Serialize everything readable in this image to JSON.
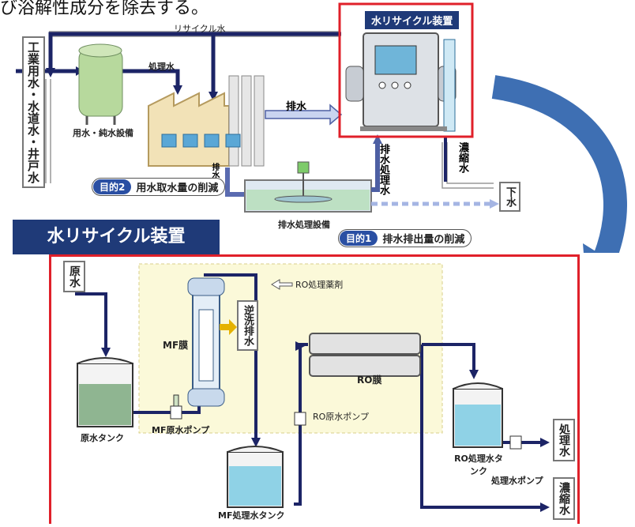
{
  "top_fragment": "び浴解性成分を除去する。",
  "top": {
    "left_source": "工業用水・水道水・井戸水",
    "recycle_label": "リサイクル水",
    "treated_water": "処理水",
    "water_facility": "用水・純水設備",
    "discharge": "排水",
    "discharge_side": "排水",
    "treated_discharge": "排水処理水",
    "concentrated": "濃縮水",
    "sewer": "下水",
    "treatment_facility": "排水処理設備",
    "device_title": "水リサイクル装置",
    "purpose2_tag": "目的2",
    "purpose2_text": "用水取水量の削減",
    "purpose1_tag": "目的1",
    "purpose1_text": "排水排出量の削減"
  },
  "section_title": "水リサイクル装置",
  "bottom": {
    "raw_water": "原水",
    "raw_tank": "原水タンク",
    "mf_membrane": "MF膜",
    "backwash": "逆洗排水",
    "ro_chemical": "RO処理薬剤",
    "mf_pump": "MF原水ポンプ",
    "mf_tank": "MF処理水タンク",
    "ro_pump": "RO原水ポンプ",
    "ro_membrane": "RO膜",
    "ro_tank": "RO処理水タンク",
    "treated_pump": "処理水ポンプ",
    "out_treated": "処理水",
    "out_concentrated": "濃縮水"
  },
  "colors": {
    "pipe": "#1c2466",
    "highlight_red": "#e0202a",
    "arrow_blue": "#3e6fb3",
    "tag_navy": "#1f3a78",
    "panel": "#fbf9d9",
    "water": "#8fd2e6"
  }
}
